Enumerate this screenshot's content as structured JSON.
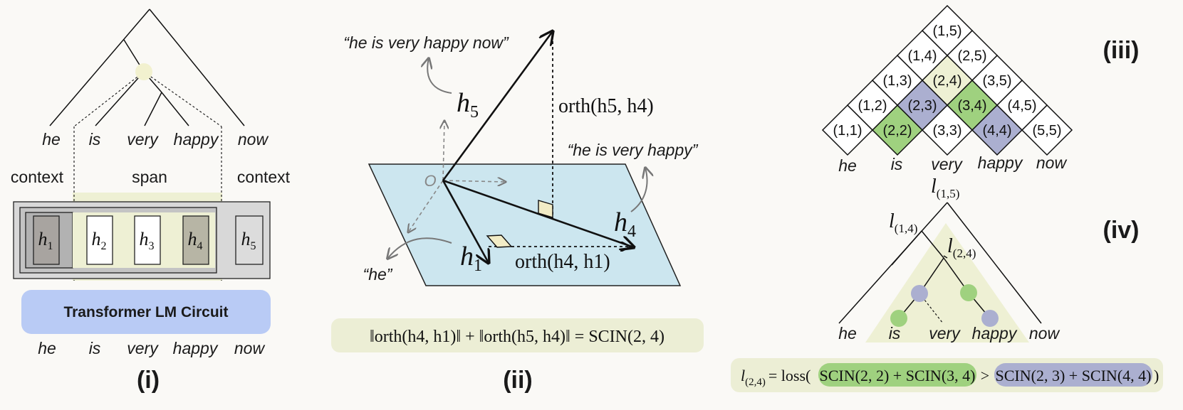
{
  "words": [
    "he",
    "is",
    "very",
    "happy",
    "now"
  ],
  "panel_i": {
    "label": "(i)",
    "context_left": "context",
    "span_label": "span",
    "context_right": "context",
    "hidden_states": [
      {
        "base": "h",
        "sub": "1"
      },
      {
        "base": "h",
        "sub": "2"
      },
      {
        "base": "h",
        "sub": "3"
      },
      {
        "base": "h",
        "sub": "4"
      },
      {
        "base": "h",
        "sub": "5"
      }
    ],
    "circuit_label": "Transformer LM Circuit"
  },
  "panel_ii": {
    "label": "(ii)",
    "quote_full": "“he is very happy now”",
    "quote_partial": "“he is very happy”",
    "quote_he": "“he”",
    "origin": "O",
    "h5": {
      "base": "h",
      "sub": "5"
    },
    "h4": {
      "base": "h",
      "sub": "4"
    },
    "h1": {
      "base": "h",
      "sub": "1"
    },
    "orth_h5_h4": "orth(h5, h4)",
    "orth_h4_h1": "orth(h4, h1)",
    "formula": "‖orth(h4, h1)‖ + ‖orth(h5, h4)‖ = SCIN(2, 4)"
  },
  "panel_iii": {
    "label": "(iii)",
    "cells": [
      {
        "id": "(1,1)",
        "i": 1,
        "j": 1,
        "hl": "none"
      },
      {
        "id": "(2,2)",
        "i": 2,
        "j": 2,
        "hl": "green"
      },
      {
        "id": "(3,3)",
        "i": 3,
        "j": 3,
        "hl": "none"
      },
      {
        "id": "(4,4)",
        "i": 4,
        "j": 4,
        "hl": "purple"
      },
      {
        "id": "(5,5)",
        "i": 5,
        "j": 5,
        "hl": "none"
      },
      {
        "id": "(1,2)",
        "i": 1,
        "j": 2,
        "hl": "none"
      },
      {
        "id": "(2,3)",
        "i": 2,
        "j": 3,
        "hl": "purple"
      },
      {
        "id": "(3,4)",
        "i": 3,
        "j": 4,
        "hl": "green"
      },
      {
        "id": "(4,5)",
        "i": 4,
        "j": 5,
        "hl": "none"
      },
      {
        "id": "(1,3)",
        "i": 1,
        "j": 3,
        "hl": "none"
      },
      {
        "id": "(2,4)",
        "i": 2,
        "j": 4,
        "hl": "yellow"
      },
      {
        "id": "(3,5)",
        "i": 3,
        "j": 5,
        "hl": "none"
      },
      {
        "id": "(1,4)",
        "i": 1,
        "j": 4,
        "hl": "none"
      },
      {
        "id": "(2,5)",
        "i": 2,
        "j": 5,
        "hl": "none"
      },
      {
        "id": "(1,5)",
        "i": 1,
        "j": 5,
        "hl": "none"
      }
    ]
  },
  "panel_iv": {
    "label": "(iv)",
    "l15": {
      "base": "l",
      "sub": "(1,5)"
    },
    "l14": {
      "base": "l",
      "sub": "(1,4)"
    },
    "l24": {
      "base": "l",
      "sub": "(2,4)"
    },
    "formula": {
      "lhs_base": "l",
      "lhs_sub": "(2,4)",
      "eq_loss": "= loss(",
      "green_term": "SCIN(2, 2) + SCIN(3, 4)",
      "gt": ">",
      "purple_term": "SCIN(2, 3) + SCIN(4, 4)",
      "close": ")"
    }
  },
  "colors": {
    "green": "#9fd17f",
    "purple": "#abafd0",
    "yellow_hl": "#eef0d4",
    "plane": "#cce6ef",
    "circuit": "#b9cbf5",
    "formula_bg": "#eceed5",
    "node_yellow": "#f2f1cf"
  }
}
